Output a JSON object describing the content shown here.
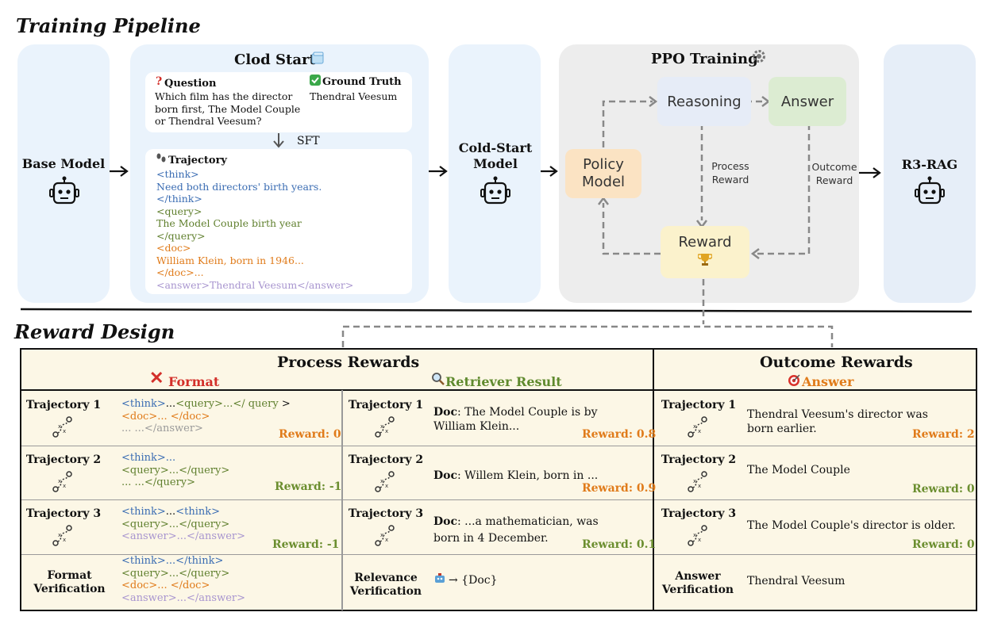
{
  "pipeline": {
    "title": "Training Pipeline",
    "base_model": "Base Model",
    "cold_start": {
      "title": "Clod Start",
      "question_label": "Question",
      "question_text": "Which film has the director born first, The Model Couple or Thendral Veesum?",
      "ground_truth_label": "Ground Truth",
      "ground_truth_text": "Thendral Veesum",
      "sft": "SFT",
      "trajectory_label": "Trajectory",
      "traj_lines": [
        "<think>",
        "Need both directors' birth years.",
        "</think>",
        "<query>",
        "The Model Couple birth year",
        "</query>",
        "<doc>",
        "William Klein, born in 1946...",
        "</doc>...",
        "<answer>Thendral Veesum</answer>"
      ]
    },
    "cold_start_model": "Cold-Start Model",
    "ppo": {
      "title": "PPO Training",
      "policy_model": "Policy Model",
      "reasoning": "Reasoning",
      "answer": "Answer",
      "reward": "Reward",
      "process_reward": "Process Reward",
      "outcome_reward": "Outcome Reward"
    },
    "r3rag": "R3-RAG"
  },
  "reward_design": {
    "title": "Reward Design",
    "process_header": "Process Rewards",
    "outcome_header": "Outcome Rewards",
    "format_label": "Format",
    "retriever_label": "Retriever Result",
    "answer_label": "Answer",
    "rows": [
      "Trajectory 1",
      "Trajectory 2",
      "Trajectory 3"
    ],
    "format": {
      "t1": [
        "<think>",
        "...",
        "<query>",
        "...</ query",
        " >",
        "<doc>... </doc>",
        "... ...</answer>"
      ],
      "t2": [
        "<think>...",
        "<query>...</query>",
        "... ...</query>"
      ],
      "t3": [
        "<think>",
        "...",
        "<think>",
        "<query>...</query>",
        "<answer>...</answer>"
      ],
      "rewards": [
        "Reward: 0",
        "Reward: -1",
        "Reward: -1"
      ],
      "verification_label": "Format Verification",
      "verif_lines": [
        "<think>...</think>",
        "<query>...</query>",
        "<doc>... </doc>",
        "<answer>...</answer>"
      ]
    },
    "retriever": {
      "doc_label": "Doc",
      "docs": [
        ": The Model Couple is by William Klein...",
        ": Willem Klein, born in ...",
        ": ...a mathematician, was born in 4 December."
      ],
      "rewards": [
        "Reward: 0.8",
        "Reward: 0.9",
        "Reward: 0.1"
      ],
      "verification_label": "Relevance Verification",
      "verif_text": "→ {Doc}"
    },
    "answer": {
      "texts": [
        "Thendral Veesum's director was born earlier.",
        "The Model Couple",
        "The Model Couple's director is older."
      ],
      "rewards": [
        "Reward: 2",
        "Reward: 0",
        "Reward: 0"
      ],
      "verification_label": "Answer Verification",
      "verif_text": "Thendral Veesum"
    }
  },
  "colors": {
    "think": "#3b6db3",
    "query": "#5f7f2d",
    "doc": "#e07b1a",
    "answer_tag": "#a895cf",
    "reward_orange": "#e07b1a",
    "reward_green": "#6b8e2f"
  }
}
